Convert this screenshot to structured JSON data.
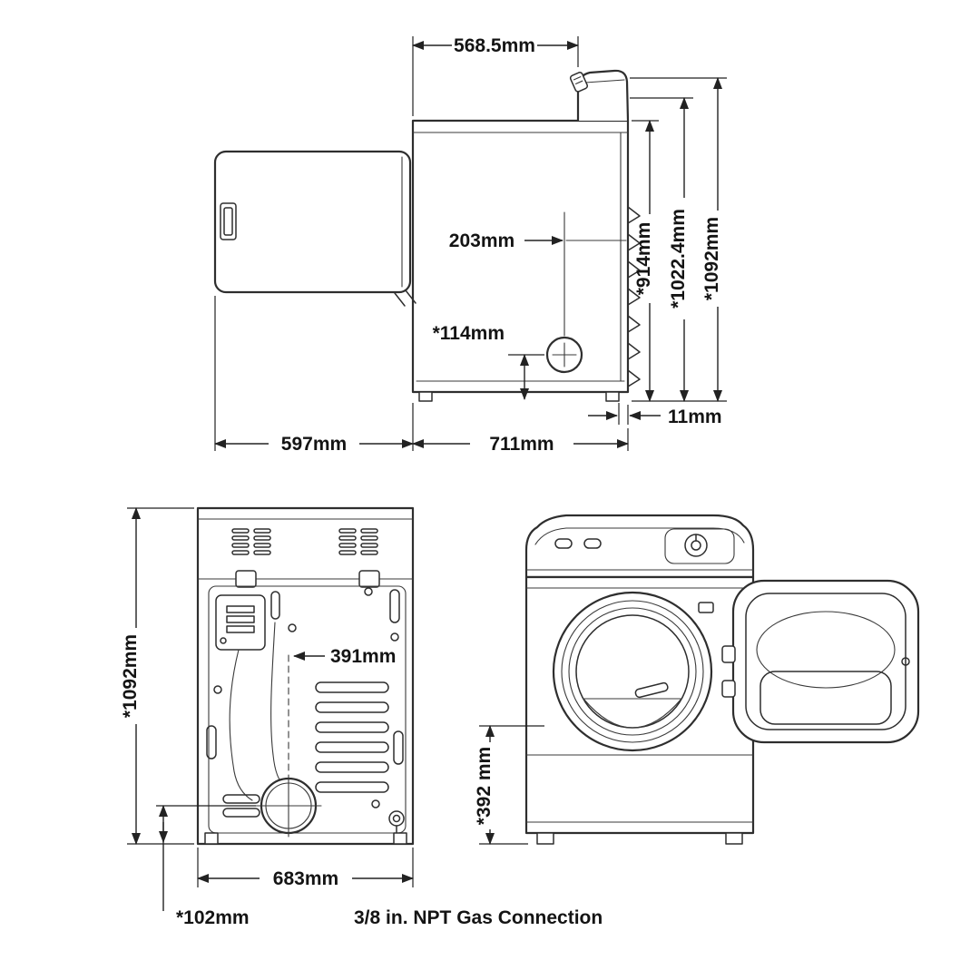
{
  "figure": {
    "side_view": {
      "label_top_width": "568.5mm",
      "label_gas_from_rear": "203mm",
      "label_gas_height": "*114mm",
      "label_rear_clearance": "11mm",
      "label_door_depth": "597mm",
      "label_cabinet_depth": "711mm",
      "label_height_cabinet": "*914mm",
      "label_height_console": "*1022.4mm",
      "label_height_overall": "*1092mm"
    },
    "back_view": {
      "label_height_overall": "*1092mm",
      "label_exhaust_offset": "391mm",
      "label_width": "683mm",
      "label_exhaust_height": "*102mm"
    },
    "front_view": {
      "label_exhaust_height": "*392 mm"
    },
    "footnote": "3/8 in. NPT Gas Connection"
  }
}
